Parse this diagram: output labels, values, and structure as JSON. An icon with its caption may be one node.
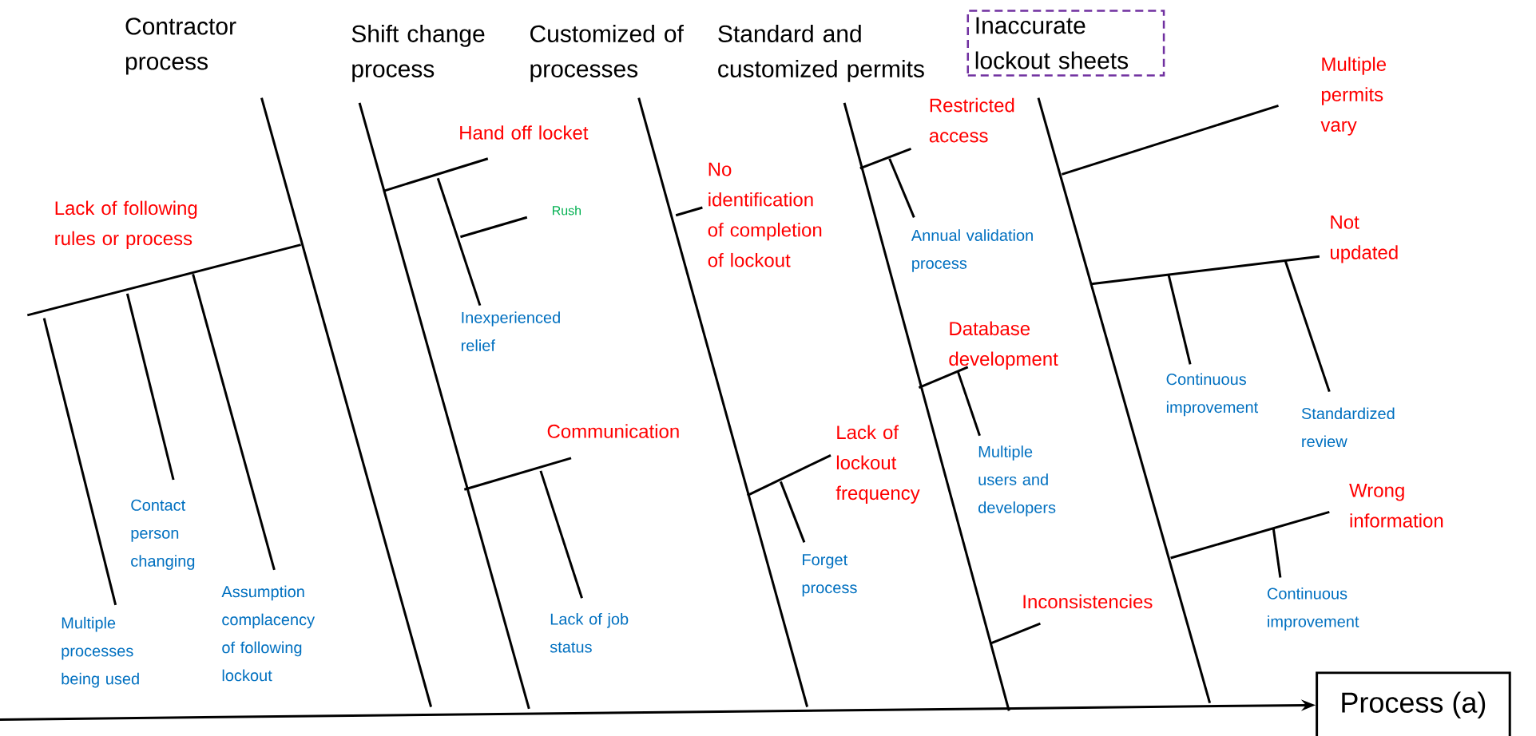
{
  "diagram": {
    "nodes": [
      {
        "text": [
          "Contractor process"
        ]
      },
      {
        "text": [
          "Shift change process"
        ]
      },
      {
        "text": [
          "Customized of processes"
        ]
      },
      {
        "text": [
          "Standard and customized permits"
        ]
      },
      {
        "text": [
          "Inaccurate lockout sheets"
        ]
      },
      {
        "text": [
          "Lack of following rules or process"
        ]
      },
      {
        "text": [
          "Multiple processes being used"
        ]
      },
      {
        "text": [
          "Contact person changing"
        ]
      },
      {
        "text": [
          "Assumption complacency of following lockout"
        ]
      },
      {
        "text": [
          "Hand off locket"
        ]
      },
      {
        "text": [
          "Rush"
        ]
      },
      {
        "text": [
          "Inexperienced relief"
        ]
      },
      {
        "text": [
          "Communication"
        ]
      },
      {
        "text": [
          "Lack of job status"
        ]
      },
      {
        "text": [
          "No identification of completion of lockout"
        ]
      },
      {
        "text": [
          "Lack of lockout frequency"
        ]
      },
      {
        "text": [
          "Forget process"
        ]
      },
      {
        "text": [
          "Restricted access"
        ]
      },
      {
        "text": [
          "Annual validation process"
        ]
      },
      {
        "text": [
          "Database development"
        ]
      },
      {
        "text": [
          "Multiple users and developers"
        ]
      },
      {
        "text": [
          "Inconsistencies"
        ]
      },
      {
        "text": [
          "Multiple permits vary"
        ]
      },
      {
        "text": [
          "Not updated"
        ]
      },
      {
        "text": [
          "Continuous improvement"
        ]
      },
      {
        "text": [
          "Standardized review"
        ]
      },
      {
        "text": [
          "Wrong information"
        ]
      },
      {
        "text": [
          "Continuous improvement"
        ]
      },
      {
        "text": [
          "Process (a)"
        ]
      }
    ],
    "edges": [
      {
        "from": 0,
        "to": null,
        "arrow": "none"
      },
      {
        "from": 1,
        "to": null,
        "arrow": "none"
      },
      {
        "from": 2,
        "to": null,
        "arrow": "none"
      },
      {
        "from": 3,
        "to": null,
        "arrow": "none"
      },
      {
        "from": 4,
        "to": null,
        "arrow": "none"
      },
      {
        "from": 5,
        "to": null,
        "arrow": "none"
      },
      {
        "from": 6,
        "to": null,
        "arrow": "none"
      },
      {
        "from": 7,
        "to": null,
        "arrow": "none"
      },
      {
        "from": 8,
        "to": 5,
        "arrow": "none"
      },
      {
        "from": 9,
        "to": null,
        "arrow": "none"
      },
      {
        "from": 10,
        "to": null,
        "arrow": "none"
      },
      {
        "from": 11,
        "to": null,
        "arrow": "none"
      },
      {
        "from": 12,
        "to": null,
        "arrow": "none"
      },
      {
        "from": 13,
        "to": 12,
        "arrow": "none"
      },
      {
        "from": 14,
        "to": null,
        "arrow": "none"
      },
      {
        "from": 15,
        "to": null,
        "arrow": "none"
      },
      {
        "from": 16,
        "to": null,
        "arrow": "none"
      },
      {
        "from": 17,
        "to": null,
        "arrow": "none"
      },
      {
        "from": 18,
        "to": null,
        "arrow": "none"
      },
      {
        "from": 19,
        "to": null,
        "arrow": "none"
      },
      {
        "from": 20,
        "to": 19,
        "arrow": "none"
      },
      {
        "from": 21,
        "to": null,
        "arrow": "none"
      },
      {
        "from": 22,
        "to": null,
        "arrow": "none"
      },
      {
        "from": 23,
        "to": null,
        "arrow": "none"
      },
      {
        "from": 24,
        "to": null,
        "arrow": "none"
      },
      {
        "from": 25,
        "to": null,
        "arrow": "none"
      },
      {
        "from": 26,
        "to": null,
        "arrow": "none"
      },
      {
        "from": 27,
        "to": null,
        "arrow": "none"
      },
      {
        "from": null,
        "to": 28,
        "arrow": "to"
      }
    ]
  }
}
